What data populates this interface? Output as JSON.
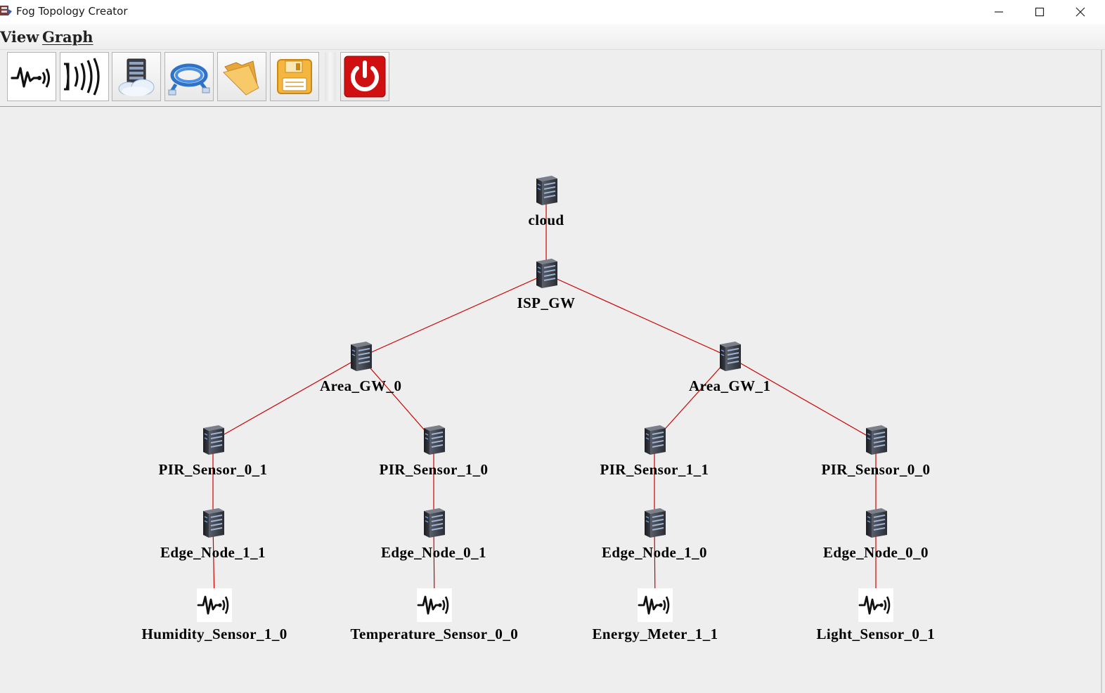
{
  "window": {
    "title": "Fog Topology Creator"
  },
  "menu": {
    "items": [
      {
        "id": "view",
        "label": "View"
      },
      {
        "id": "graph",
        "label": "Graph"
      }
    ]
  },
  "toolbar": {
    "buttons": [
      {
        "id": "add-sensor",
        "icon": "sensor-icon"
      },
      {
        "id": "add-actuator",
        "icon": "actuator-icon"
      },
      {
        "id": "add-fog-device",
        "icon": "server-cloud-icon"
      },
      {
        "id": "add-link",
        "icon": "network-cable-icon"
      },
      {
        "id": "open",
        "icon": "folder-open-icon"
      },
      {
        "id": "save",
        "icon": "floppy-save-icon"
      },
      {
        "id": "exit",
        "icon": "power-icon"
      }
    ]
  },
  "colors": {
    "edge": "#cc0000",
    "exit_button": "#d01010",
    "save_button": "#f4b63f"
  },
  "graph": {
    "nodes": [
      {
        "id": "cloud",
        "label": "cloud",
        "type": "fog-device"
      },
      {
        "id": "isp_gw",
        "label": "ISP_GW",
        "type": "fog-device"
      },
      {
        "id": "area_gw_0",
        "label": "Area_GW_0",
        "type": "fog-device"
      },
      {
        "id": "area_gw_1",
        "label": "Area_GW_1",
        "type": "fog-device"
      },
      {
        "id": "pir_0_1",
        "label": "PIR_Sensor_0_1",
        "type": "fog-device"
      },
      {
        "id": "pir_1_0",
        "label": "PIR_Sensor_1_0",
        "type": "fog-device"
      },
      {
        "id": "pir_1_1",
        "label": "PIR_Sensor_1_1",
        "type": "fog-device"
      },
      {
        "id": "pir_0_0",
        "label": "PIR_Sensor_0_0",
        "type": "fog-device"
      },
      {
        "id": "edge_1_1",
        "label": "Edge_Node_1_1",
        "type": "fog-device"
      },
      {
        "id": "edge_0_1",
        "label": "Edge_Node_0_1",
        "type": "fog-device"
      },
      {
        "id": "edge_1_0",
        "label": "Edge_Node_1_0",
        "type": "fog-device"
      },
      {
        "id": "edge_0_0",
        "label": "Edge_Node_0_0",
        "type": "fog-device"
      },
      {
        "id": "humidity",
        "label": "Humidity_Sensor_1_0",
        "type": "sensor"
      },
      {
        "id": "temperature",
        "label": "Temperature_Sensor_0_0",
        "type": "sensor"
      },
      {
        "id": "energy",
        "label": "Energy_Meter_1_1",
        "type": "sensor"
      },
      {
        "id": "light",
        "label": "Light_Sensor_0_1",
        "type": "sensor"
      }
    ],
    "edges": [
      [
        "cloud",
        "isp_gw"
      ],
      [
        "isp_gw",
        "area_gw_0"
      ],
      [
        "isp_gw",
        "area_gw_1"
      ],
      [
        "area_gw_0",
        "pir_0_1"
      ],
      [
        "area_gw_0",
        "pir_1_0"
      ],
      [
        "area_gw_1",
        "pir_1_1"
      ],
      [
        "area_gw_1",
        "pir_0_0"
      ],
      [
        "pir_0_1",
        "edge_1_1"
      ],
      [
        "pir_1_0",
        "edge_0_1"
      ],
      [
        "pir_1_1",
        "edge_1_0"
      ],
      [
        "pir_0_0",
        "edge_0_0"
      ],
      [
        "edge_1_1",
        "humidity"
      ],
      [
        "edge_0_1",
        "temperature"
      ],
      [
        "edge_1_0",
        "energy"
      ],
      [
        "edge_0_0",
        "light"
      ]
    ]
  }
}
